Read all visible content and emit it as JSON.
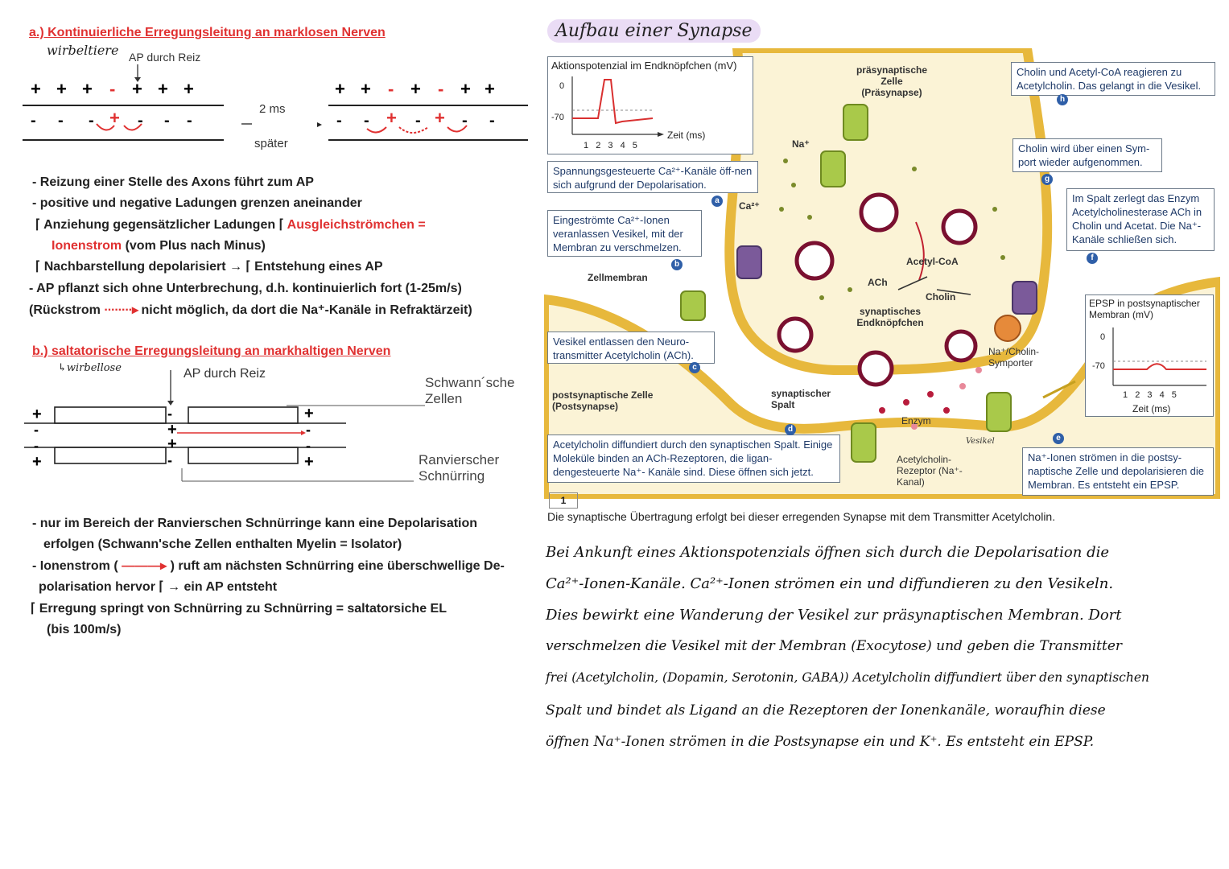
{
  "left": {
    "sectionA": {
      "title": "a.) Kontinuierliche Erregungsleitung an marklosen Nerven",
      "note": "wirbeltiere",
      "ap_label": "AP durch Reiz",
      "top_signs_1": "+ + + - + + +",
      "time": "2 ms",
      "later": "später",
      "bullets": [
        "- Reizung einer Stelle des Axons führt zum AP",
        "- positive und negative Ladungen grenzen aneinander",
        "⌈ Anziehung gegensätzlicher Ladungen ⌈",
        "Ausgleichströmchen =",
        "Ionenstrom",
        "(vom Plus nach Minus)",
        "⌈ Nachbarstellung depolarisiert → ⌈ Entstehung eines AP",
        "- AP pflanzt sich ohne Unterbrechung, d.h. kontinuierlich fort (1-25m/s)",
        "(Rückstrom",
        "nicht möglich, da dort die Na⁺-Kanäle in Refraktärzeit)"
      ]
    },
    "sectionB": {
      "title": "b.) saltatorische Erregungsleitung an markhaltigen Nerven",
      "note": "↳wirbellose",
      "ap_label": "AP durch Reiz",
      "schwann": "Schwann´sche Zellen",
      "ranvier": "Ranvierscher Schnürring",
      "bullets": [
        "- nur im Bereich der Ranvierschen Schnürringe kann eine Depolarisation",
        "erfolgen (Schwann'sche Zellen enthalten Myelin = Isolator)",
        "- Ionenstrom (",
        ") ruft am nächsten Schnürring eine überschwellige De-",
        "polarisation hervor ⌈ → ein AP entsteht",
        "⌈ Erregung springt von Schnürring zu Schnürring = saltatorsiche EL",
        "(bis 100m/s)"
      ]
    }
  },
  "right": {
    "title": "Aufbau einer Synapse",
    "ap_chart": {
      "title": "Aktionspotenzial im Endknöpfchen (mV)",
      "y0": "0",
      "y70": "-70",
      "xlabel": "Zeit (ms)",
      "ticks": [
        "1",
        "2",
        "3",
        "4",
        "5"
      ]
    },
    "epsp_chart": {
      "title": "EPSP in postsynaptischer Membran (mV)",
      "y0": "0",
      "y70": "-70",
      "xlabel": "Zeit (ms)",
      "ticks": [
        "1",
        "2",
        "3",
        "4",
        "5"
      ]
    },
    "boxes": {
      "a": "Spannungsgesteuerte Ca²⁺-Kanäle öff-nen sich aufgrund der Depolarisation.",
      "b": "Eingeströmte Ca²⁺-Ionen veranlassen Vesikel, mit der Membran zu verschmelzen.",
      "c": "Vesikel entlassen den Neuro-transmitter Acetylcholin (ACh).",
      "d": "Acetylcholin diffundiert durch den synaptischen Spalt. Einige Moleküle binden an ACh-Rezeptoren, die ligan-dengesteuerte Na⁺- Kanäle sind. Diese öffnen sich jetzt.",
      "e": "Na⁺-Ionen strömen in die postsy-naptische Zelle und depolarisieren die Membran. Es entsteht ein EPSP.",
      "f": "Im Spalt zerlegt das Enzym Acetylcholinesterase ACh in Cholin und Acetat. Die Na⁺-Kanäle schließen sich.",
      "g": "Cholin wird über einen Sym-port wieder aufgenommen.",
      "h": "Cholin und Acetyl-CoA reagieren zu Acetylcholin. Das gelangt in die Vesikel."
    },
    "badges": [
      "a",
      "b",
      "c",
      "d",
      "e",
      "f",
      "g",
      "h"
    ],
    "labels": {
      "pre": "präsynaptische Zelle (Präsynapse)",
      "na": "Na⁺",
      "ca": "Ca²⁺",
      "zellmembran": "Zellmembran",
      "acetylcoa": "Acetyl-CoA",
      "ach": "ACh",
      "cholin": "Cholin",
      "endknoepfchen": "synaptisches Endknöpfchen",
      "post": "postsynaptische Zelle (Postsynapse)",
      "spalt": "synaptischer Spalt",
      "enzym": "Enzym",
      "rezeptor": "Acetylcholin-Rezeptor (Na⁺-Kanal)",
      "symporter": "Na⁺/Cholin-Symporter",
      "vesikel": "Vesikel"
    },
    "figure_number": "1",
    "caption": "Die synaptische Übertragung erfolgt bei dieser erregenden Synapse mit dem Transmitter Acetylcholin.",
    "handwriting": [
      "Bei Ankunft eines Aktionspotenzials öffnen sich durch die Depolarisation die",
      "Ca²⁺-Ionen-Kanäle. Ca²⁺-Ionen strömen ein und diffundieren zu den Vesikeln.",
      "Dies bewirkt eine Wanderung der Vesikel zur präsynaptischen Membran. Dort",
      "verschmelzen die Vesikel mit der Membran (Exocytose) und geben die Transmitter",
      "frei (Acetylcholin, (Dopamin, Serotonin, GABA)) Acetylcholin diffundiert über den synaptischen",
      "Spalt und bindet als Ligand an die Rezeptoren der Ionenkanäle, woraufhin diese",
      "öffnen Na⁺-Ionen strömen in die Postsynapse ein und K⁺. Es entsteht ein EPSP."
    ]
  }
}
